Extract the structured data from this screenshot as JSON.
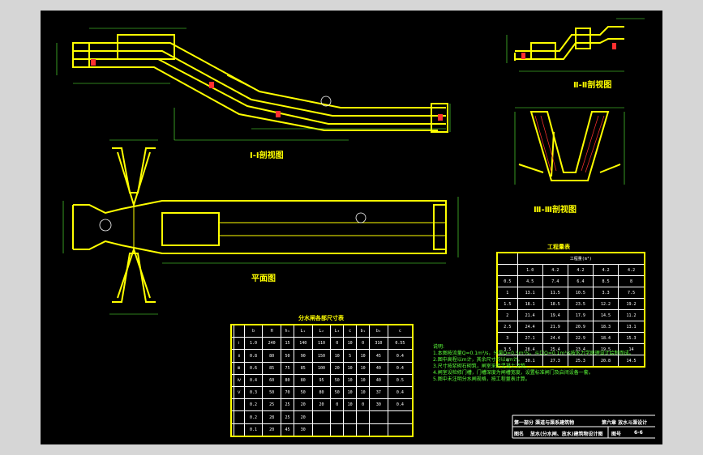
{
  "section_labels": {
    "section_1": "Ⅰ-Ⅰ剖视图",
    "section_2": "Ⅱ-Ⅱ剖视图",
    "section_3": "Ⅲ-Ⅲ剖视图",
    "plan": "平面图"
  },
  "engineering_table": {
    "title": "工程量表",
    "header": [
      "",
      "工程量(m³)"
    ],
    "rows": [
      [
        "",
        "1.0",
        "4.2",
        "4.2",
        "4.2",
        "4.2"
      ],
      [
        "0.5",
        "4.5",
        "7.4",
        "6.4",
        "8.5",
        "8"
      ],
      [
        "1",
        "13.1",
        "11.5",
        "10.5",
        "3.3",
        "7.5"
      ],
      [
        "1.5",
        "18.1",
        "18.5",
        "23.5",
        "12.2",
        "19.2"
      ],
      [
        "2",
        "21.4",
        "19.4",
        "17.9",
        "14.5",
        "11.2"
      ],
      [
        "2.5",
        "24.4",
        "21.9",
        "20.9",
        "18.3",
        "13.1"
      ],
      [
        "3",
        "27.1",
        "24.4",
        "22.9",
        "18.4",
        "15.3"
      ],
      [
        "3.5",
        "28.4",
        "25.4",
        "23.4",
        "19.5",
        "14"
      ],
      [
        "4",
        "30.1",
        "27.3",
        "25.3",
        "20.8",
        "14.5"
      ]
    ]
  },
  "gate_table": {
    "title": "分水闸各部尺寸表",
    "header": [
      "",
      "",
      "b",
      "H",
      "h₁",
      "L₁",
      "L₂",
      "L₃",
      "c",
      "b₁",
      "b₂",
      "c"
    ],
    "rows": [
      [
        "",
        "Ⅰ",
        "1.0",
        "240",
        "15",
        "140",
        "110",
        "0",
        "10",
        "0",
        "310",
        "0.55"
      ],
      [
        "",
        "Ⅱ",
        "0.8",
        "80",
        "50",
        "90",
        "150",
        "10",
        "5",
        "10",
        "45",
        "0.4"
      ],
      [
        "",
        "Ⅲ",
        "0.6",
        "85",
        "75",
        "85",
        "100",
        "20",
        "10",
        "10",
        "40",
        "0.4"
      ],
      [
        "",
        "Ⅳ",
        "0.4",
        "60",
        "80",
        "80",
        "95",
        "50",
        "10",
        "10",
        "40",
        "0.5"
      ],
      [
        "",
        "Ⅴ",
        "0.3",
        "50",
        "70",
        "50",
        "80",
        "50",
        "10",
        "10",
        "37",
        "0.4"
      ],
      [
        "",
        "",
        "0.2",
        "25",
        "25",
        "20",
        "20",
        "0",
        "10",
        "0",
        "30",
        "0.4"
      ],
      [
        "",
        "",
        "0.2",
        "28",
        "25",
        "20",
        "",
        "",
        "",
        "",
        "",
        ""
      ],
      [
        "",
        "",
        "0.1",
        "20",
        "45",
        "30",
        "",
        "",
        "",
        "",
        "",
        ""
      ]
    ]
  },
  "notes": {
    "heading": "说明:",
    "lines": [
      "1.本图按流量Q=0.1m³/s，分渠Q=0.5m³/s，斗口Q=0.1m³/s按水力学原理设计绘制而成。",
      "2.图中高程以m计，其余尺寸均以cm计。",
      "3.尺寸按浆砌石砌筑，闸室采用混凝土浇筑。",
      "4.闸室设检修门槽，门槽深度为闸槽宽度，设置标准闸门及启闭设备一套。",
      "5.图中未注明分水闸规格，按工程量表计算。"
    ]
  },
  "title_block": {
    "row1_left": "第一部分  渠道与渠系建筑物",
    "row1_right": "第六章  放水斗渠设计",
    "row2_label": "图名",
    "row2_name": "放水(分水闸、放水)建筑物设计图",
    "row2_code_label": "图号",
    "row2_code": "6-6"
  },
  "colors": {
    "sheet": "#000000",
    "outline": "#ffff00",
    "dimension": "#5cff3a",
    "text": "#ffffff",
    "hatch": "#ff3030"
  }
}
